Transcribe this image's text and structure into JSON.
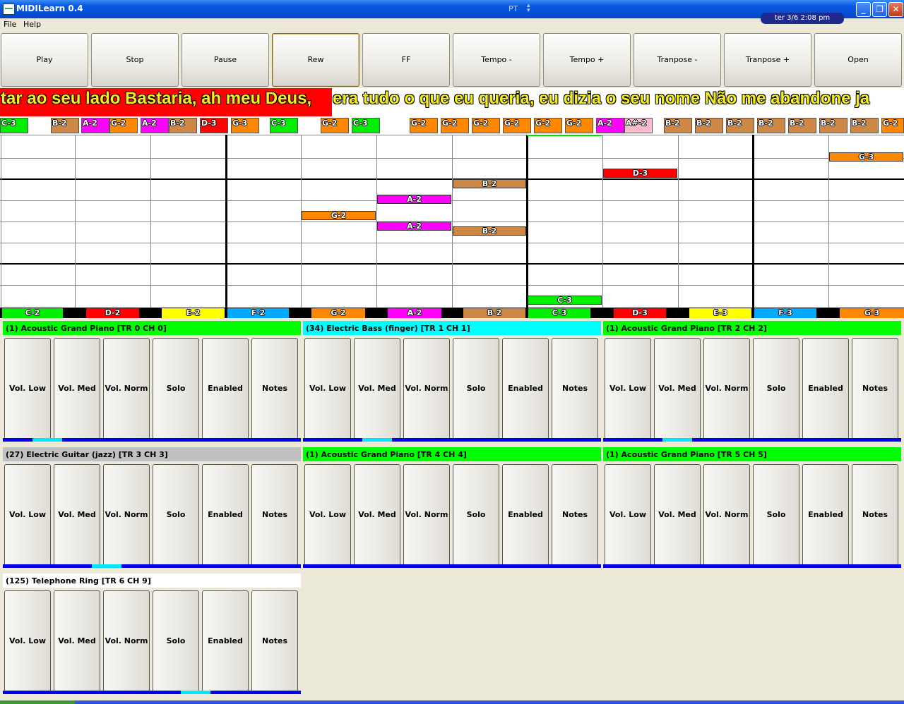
{
  "window": {
    "title": "MIDILearn 0.4",
    "language": "PT",
    "clock": "ter 3/6   2:08 pm",
    "controls": {
      "minimize": "_",
      "maximize": "❐",
      "close": "✕"
    }
  },
  "menu": {
    "file": "File",
    "help": "Help"
  },
  "toolbar": [
    "Play",
    "Stop",
    "Pause",
    "Rew",
    "FF",
    "Tempo -",
    "Tempo +",
    "Tranpose -",
    "Tranpose +",
    "Open"
  ],
  "lyrics": {
    "highlighted": "tar ao seu lado  Bastaria, ah meu Deus,",
    "rest": "era tudo o  que eu queria, eu dizia o seu nome  Não me abandone ja"
  },
  "note_sequence": [
    {
      "label": "C-3",
      "color": "#00ee00"
    },
    {
      "label": "B-2",
      "color": "#cc8844"
    },
    {
      "label": "A-2",
      "color": "#ff00ff"
    },
    {
      "label": "G-2",
      "color": "#ff8800"
    },
    {
      "label": "A-2",
      "color": "#ff00ff"
    },
    {
      "label": "B-2",
      "color": "#cc8844"
    },
    {
      "label": "D-3",
      "color": "#ff0000"
    },
    {
      "label": "G-3",
      "color": "#ff8800"
    },
    {
      "label": "C-3",
      "color": "#00ee00"
    },
    {
      "label": "G-2",
      "color": "#ff8800"
    },
    {
      "label": "C-3",
      "color": "#00ee00"
    },
    {
      "label": "G-2",
      "color": "#ff8800"
    },
    {
      "label": "G-2",
      "color": "#ff8800"
    },
    {
      "label": "G-2",
      "color": "#ff8800"
    },
    {
      "label": "G-2",
      "color": "#ff8800"
    },
    {
      "label": "G-2",
      "color": "#ff8800"
    },
    {
      "label": "G-2",
      "color": "#ff8800"
    },
    {
      "label": "A-2",
      "color": "#ff00ff"
    },
    {
      "label": "A#-2",
      "color": "#ffbbcc"
    },
    {
      "label": "B-2",
      "color": "#cc8844"
    },
    {
      "label": "B-2",
      "color": "#cc8844"
    },
    {
      "label": "B-2",
      "color": "#cc8844"
    },
    {
      "label": "B-2",
      "color": "#cc8844"
    },
    {
      "label": "B-2",
      "color": "#cc8844"
    },
    {
      "label": "B-2",
      "color": "#cc8844"
    },
    {
      "label": "B-2",
      "color": "#cc8844"
    },
    {
      "label": "G-2",
      "color": "#ff8800"
    }
  ],
  "roll_notes": [
    {
      "label": "G-3",
      "color": "#ff8800"
    },
    {
      "label": "D-3",
      "color": "#ff0000"
    },
    {
      "label": "B-2",
      "color": "#cc8844"
    },
    {
      "label": "A-2",
      "color": "#ff00ff"
    },
    {
      "label": "G-2",
      "color": "#ff8800"
    },
    {
      "label": "A-2",
      "color": "#ff00ff"
    },
    {
      "label": "B-2",
      "color": "#cc8844"
    },
    {
      "label": "C-3",
      "color": "#00ee00"
    }
  ],
  "keyboard": [
    {
      "label": "C-2",
      "color": "#00ee00"
    },
    {
      "label": "D-2",
      "color": "#ff0000"
    },
    {
      "label": "E-2",
      "color": "#ffff00"
    },
    {
      "label": "F-2",
      "color": "#00aaff"
    },
    {
      "label": "G-2",
      "color": "#ff8800"
    },
    {
      "label": "A-2",
      "color": "#ff00ff"
    },
    {
      "label": "B-2",
      "color": "#cc8844"
    },
    {
      "label": "C-3",
      "color": "#00ee00"
    },
    {
      "label": "D-3",
      "color": "#ff0000"
    },
    {
      "label": "E-3",
      "color": "#ffff00"
    },
    {
      "label": "F-3",
      "color": "#00aaff"
    },
    {
      "label": "G-3",
      "color": "#ff8800"
    }
  ],
  "track_controls": [
    "Vol. Low",
    "Vol. Med",
    "Vol. Norm",
    "Solo",
    "Enabled",
    "Notes"
  ],
  "tracks": [
    {
      "title": "(1) Acoustic Grand Piano [TR 0 CH 0]",
      "color": "#00ff00",
      "level": 0.1
    },
    {
      "title": "(34) Electric Bass (finger) [TR 1 CH 1]",
      "color": "#00ffff",
      "level": 0.1
    },
    {
      "title": "(1) Acoustic Grand Piano [TR 2 CH 2]",
      "color": "#00ff00",
      "level": 0.1
    },
    {
      "title": "(27) Electric Guitar (jazz) [TR 3 CH 3]",
      "color": "#c0c0c0",
      "level": 0.1
    },
    {
      "title": "(1) Acoustic Grand Piano [TR 4 CH 4]",
      "color": "#00ff00",
      "level": 0.0
    },
    {
      "title": "(1) Acoustic Grand Piano [TR 5 CH 5]",
      "color": "#00ff00",
      "level": 0.0
    },
    {
      "title": "(125) Telephone Ring [TR 6 CH 9]",
      "color": "#ffffff",
      "level": 0.1
    }
  ]
}
